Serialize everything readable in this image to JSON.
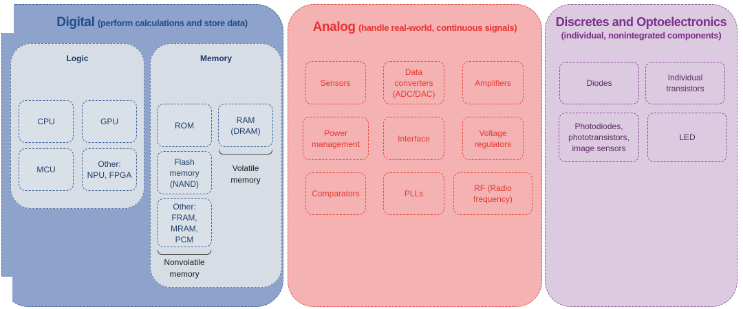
{
  "digital": {
    "title": "Digital",
    "subtitle": "(perform calculations and store data)",
    "logic": {
      "title": "Logic",
      "items": [
        "CPU",
        "GPU",
        "MCU",
        "Other:\nNPU, FPGA"
      ]
    },
    "memory": {
      "title": "Memory",
      "items": [
        "ROM",
        "RAM\n(DRAM)",
        "Flash\nmemory\n(NAND)",
        "Other:\nFRAM,\nMRAM,\nPCM"
      ],
      "volatile_label": "Volatile\nmemory",
      "nonvolatile_label": "Nonvolatile\nmemory"
    }
  },
  "analog": {
    "title": "Analog",
    "subtitle": "(handle real-world, continuous signals)",
    "items": [
      "Sensors",
      "Data\nconverters\n(ADC/DAC)",
      "Amplifiers",
      "Power\nmanagement",
      "Interface",
      "Voltage\nregulators",
      "Comparators",
      "PLLs",
      "RF (Radio\nfrequency)"
    ]
  },
  "discrete": {
    "title": "Discretes and Optoelectronics",
    "subtitle": "(individual, nonintegrated components)",
    "items": [
      "Diodes",
      "Individual\ntransistors",
      "Photodiodes,\nphototransistors,\nimage sensors",
      "LED"
    ]
  },
  "colors": {
    "digital_bg": "#8ea3cb",
    "analog_bg": "#f5b2b2",
    "discrete_bg": "#dccbe0",
    "digital_text": "#1e4d8c",
    "analog_text": "#e83232",
    "discrete_text": "#7a2f8a"
  }
}
